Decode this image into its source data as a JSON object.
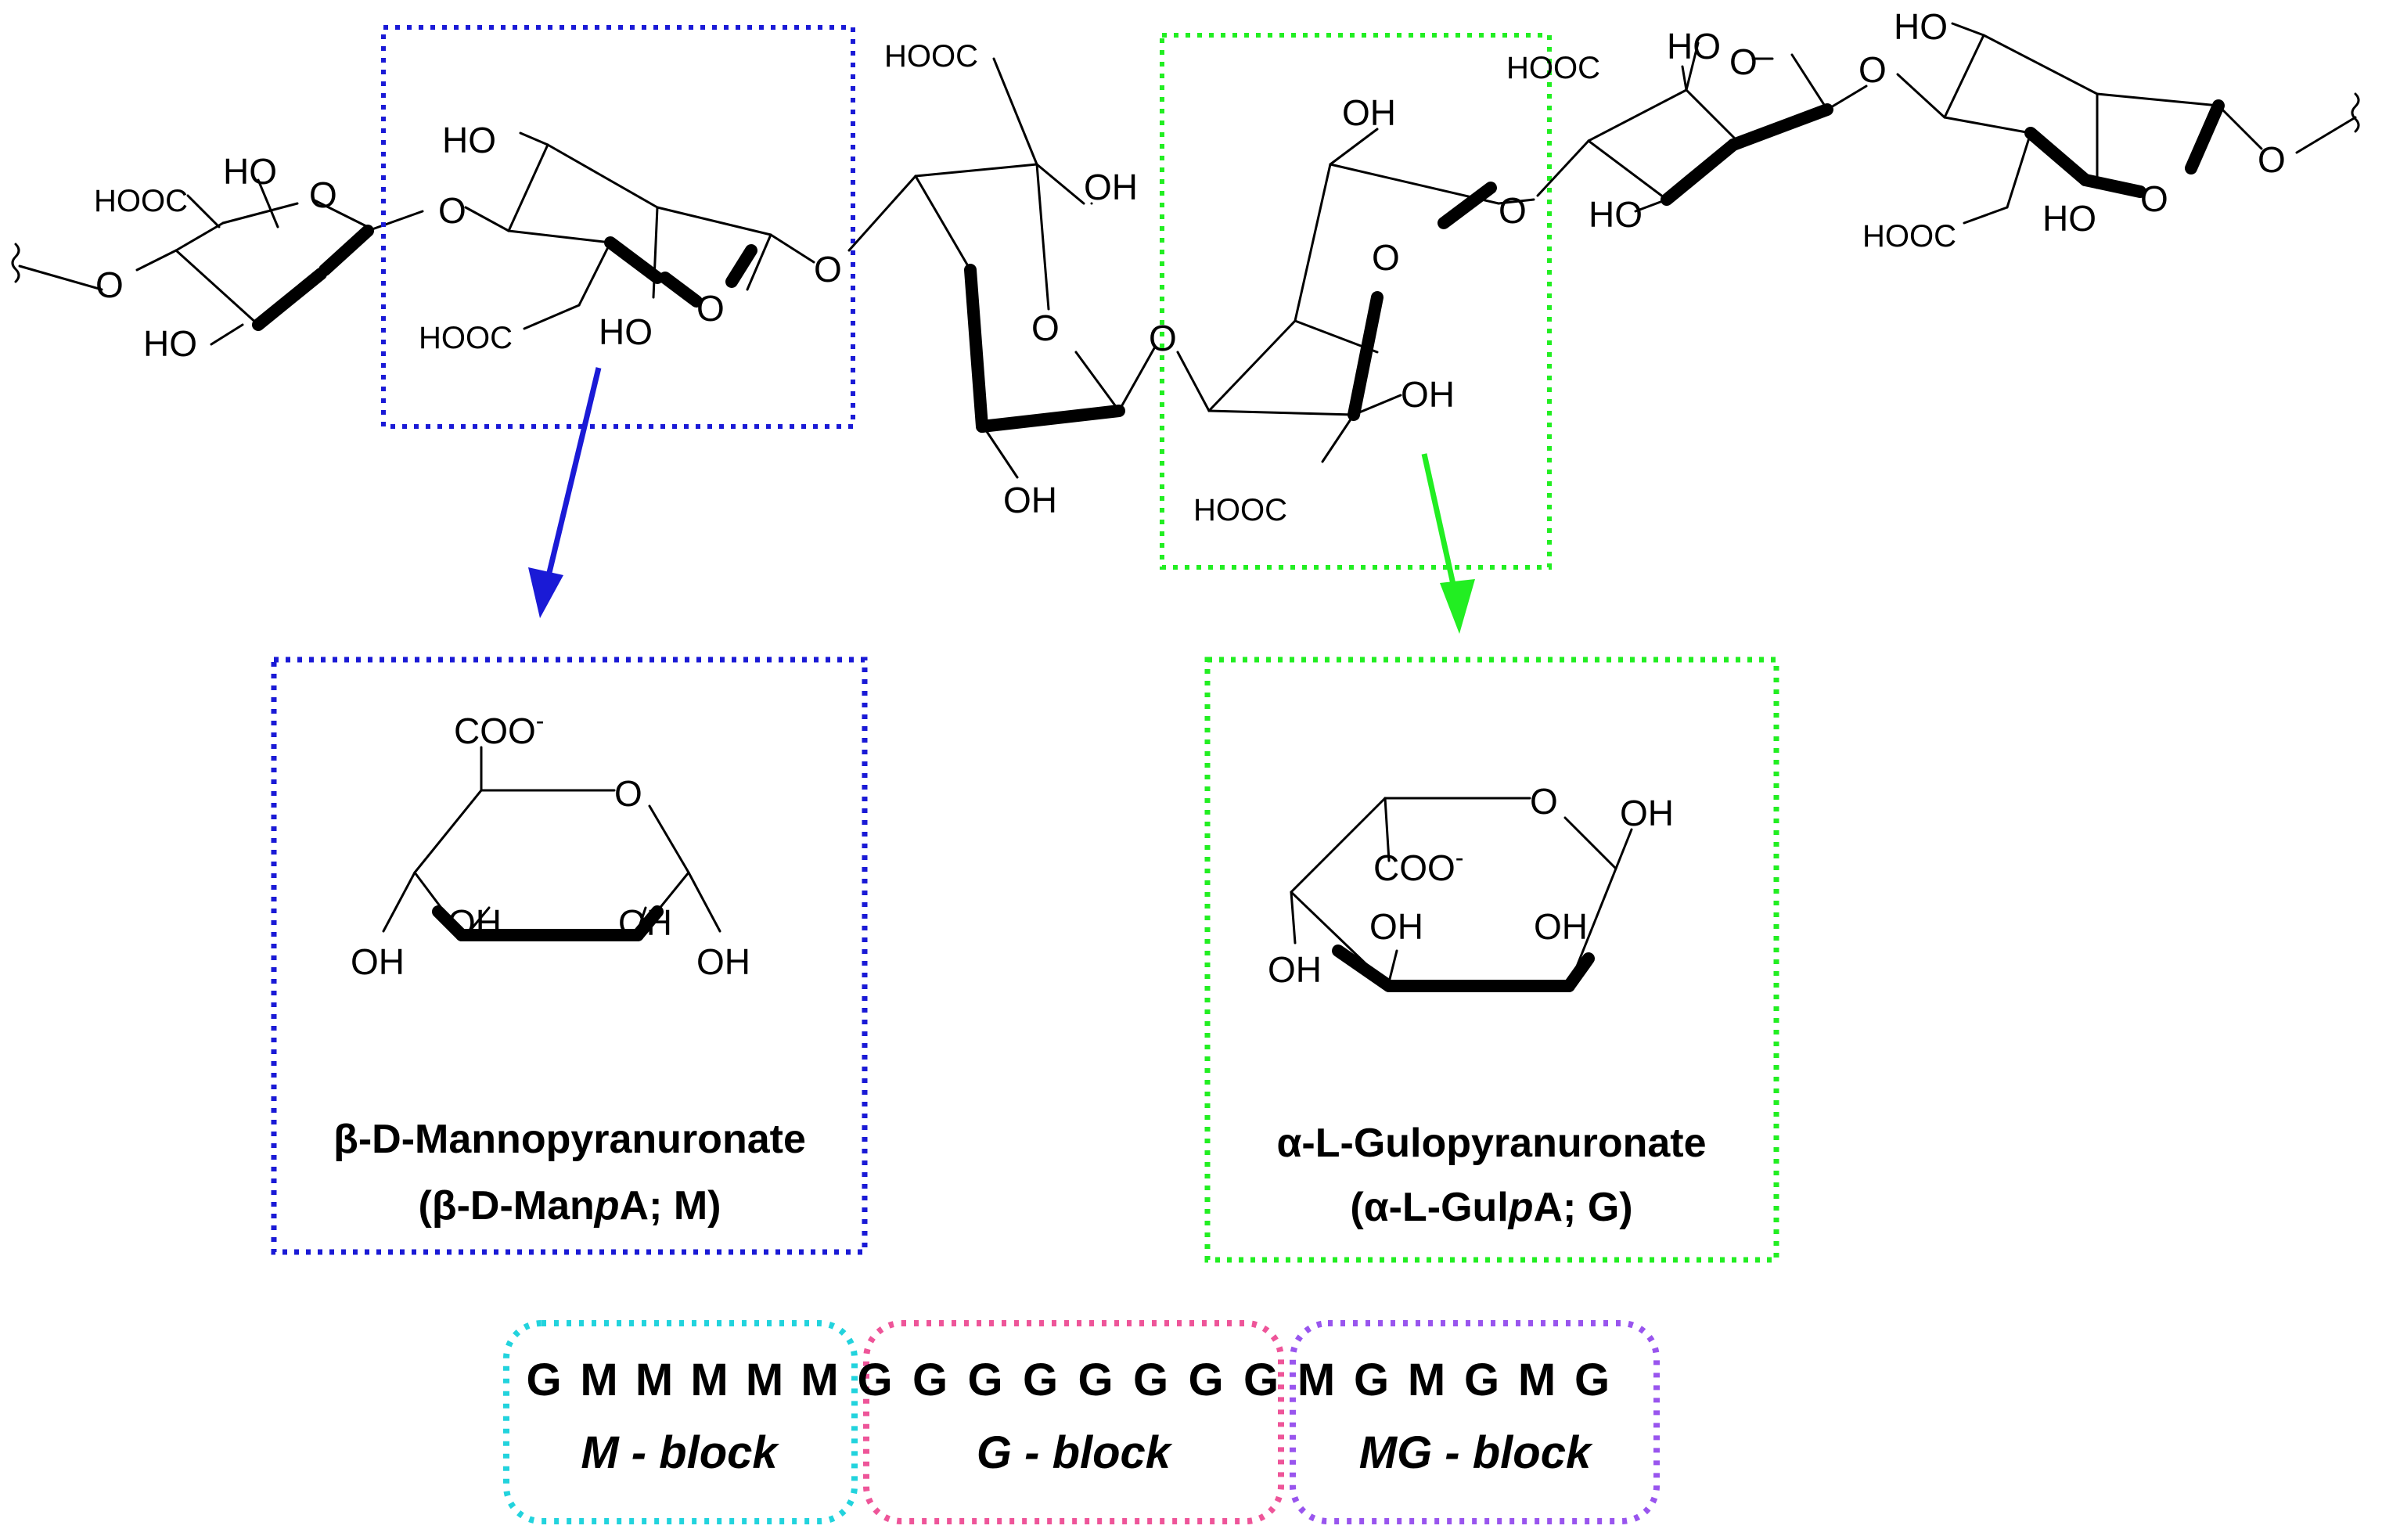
{
  "colors": {
    "mannuronate_box": "#1a1ad6",
    "guluronate_box": "#22ee22",
    "m_block_box": "#22d3dd",
    "g_block_box": "#ee5599",
    "mg_block_box": "#9955ee"
  },
  "polymer": {
    "labels": {
      "hooc": "HOOC",
      "ho": "HO",
      "oh": "OH",
      "o": "O"
    }
  },
  "monomer_m": {
    "coo_label": "COO",
    "coo_charge": "-",
    "ring_o": "O",
    "oh_labels": [
      "OH",
      "OH",
      "OH",
      "OH"
    ],
    "name": "β-D-Mannopyranuronate",
    "abbrev_prefix": "(β-D-Man",
    "abbrev_italic": "p",
    "abbrev_suffix": "A; M)"
  },
  "monomer_g": {
    "coo_label": "COO",
    "coo_charge": "-",
    "ring_o": "O",
    "oh_labels": [
      "OH",
      "OH",
      "OH",
      "OH"
    ],
    "name": "α-L-Gulopyranuronate",
    "abbrev_prefix": "(α-L-Gul",
    "abbrev_italic": "p",
    "abbrev_suffix": "A; G)"
  },
  "sequence": {
    "letters": [
      "G",
      "M",
      "M",
      "M",
      "M",
      "M",
      "G",
      "G",
      "G",
      "G",
      "G",
      "G",
      "G",
      "G",
      "M",
      "G",
      "M",
      "G",
      "M",
      "G"
    ],
    "blocks": [
      {
        "label": "M - block"
      },
      {
        "label": "G - block"
      },
      {
        "label": "MG - block"
      }
    ]
  }
}
